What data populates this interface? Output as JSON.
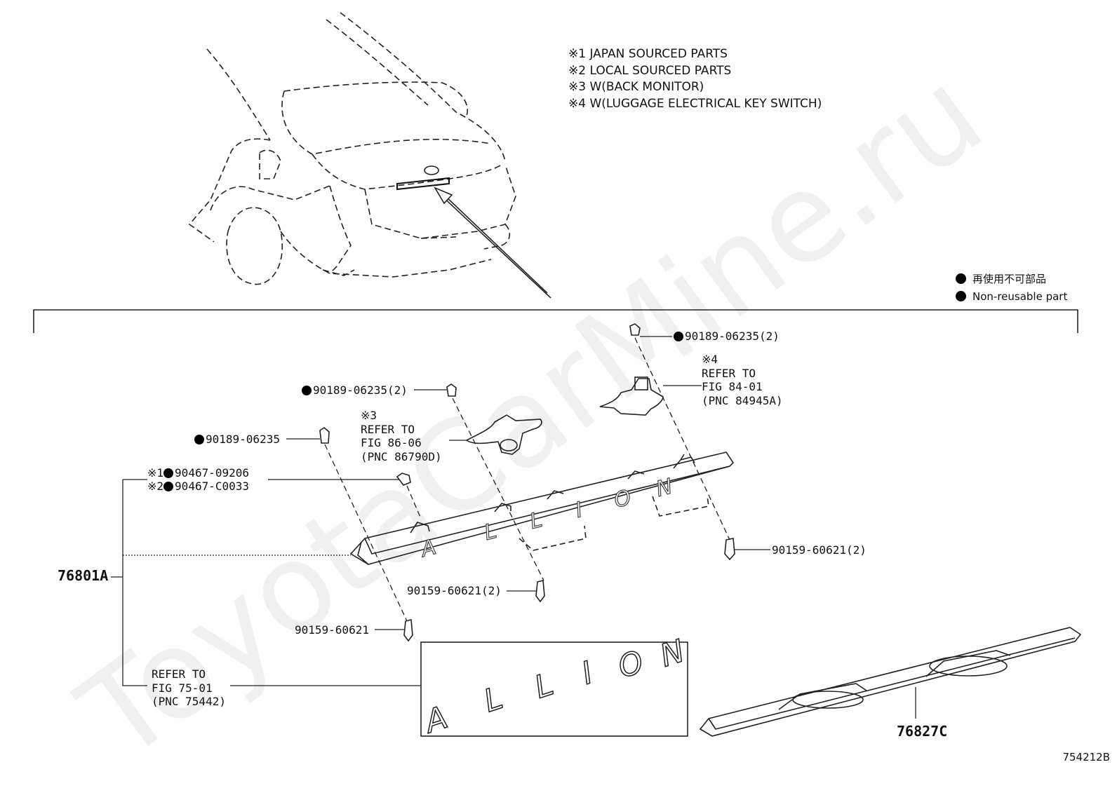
{
  "notes": [
    "※1 JAPAN SOURCED PARTS",
    "※2 LOCAL SOURCED PARTS",
    "※3 W(BACK MONITOR)",
    "※4 W(LUGGAGE ELECTRICAL KEY SWITCH)"
  ],
  "legend": {
    "jp": "再使用不可部品",
    "en": "Non-reusable part"
  },
  "parts": {
    "p1": "90189-06235(2)",
    "p2": "90189-06235(2)",
    "p3": "90189-06235",
    "p4_mark": "※1",
    "p4": "90467-09206",
    "p5_mark": "※2",
    "p5": "90467-C0033",
    "p6": "90159-60621(2)",
    "p7": "90159-60621(2)",
    "p8": "90159-60621",
    "main": "76801A",
    "garnish": "76827C"
  },
  "refs": {
    "r3": [
      "※3",
      "REFER TO",
      "FIG 86-06",
      "(PNC 86790D)"
    ],
    "r4": [
      "※4",
      "REFER TO",
      "FIG 84-01",
      "(PNC 84945A)"
    ],
    "r75": [
      "REFER TO",
      "FIG 75-01",
      "(PNC 75442)"
    ]
  },
  "emblem_letters": [
    "A",
    "L",
    "L",
    "I",
    "O",
    "N"
  ],
  "watermark": "ToyotaCarMine.ru",
  "figure_number": "754212B"
}
